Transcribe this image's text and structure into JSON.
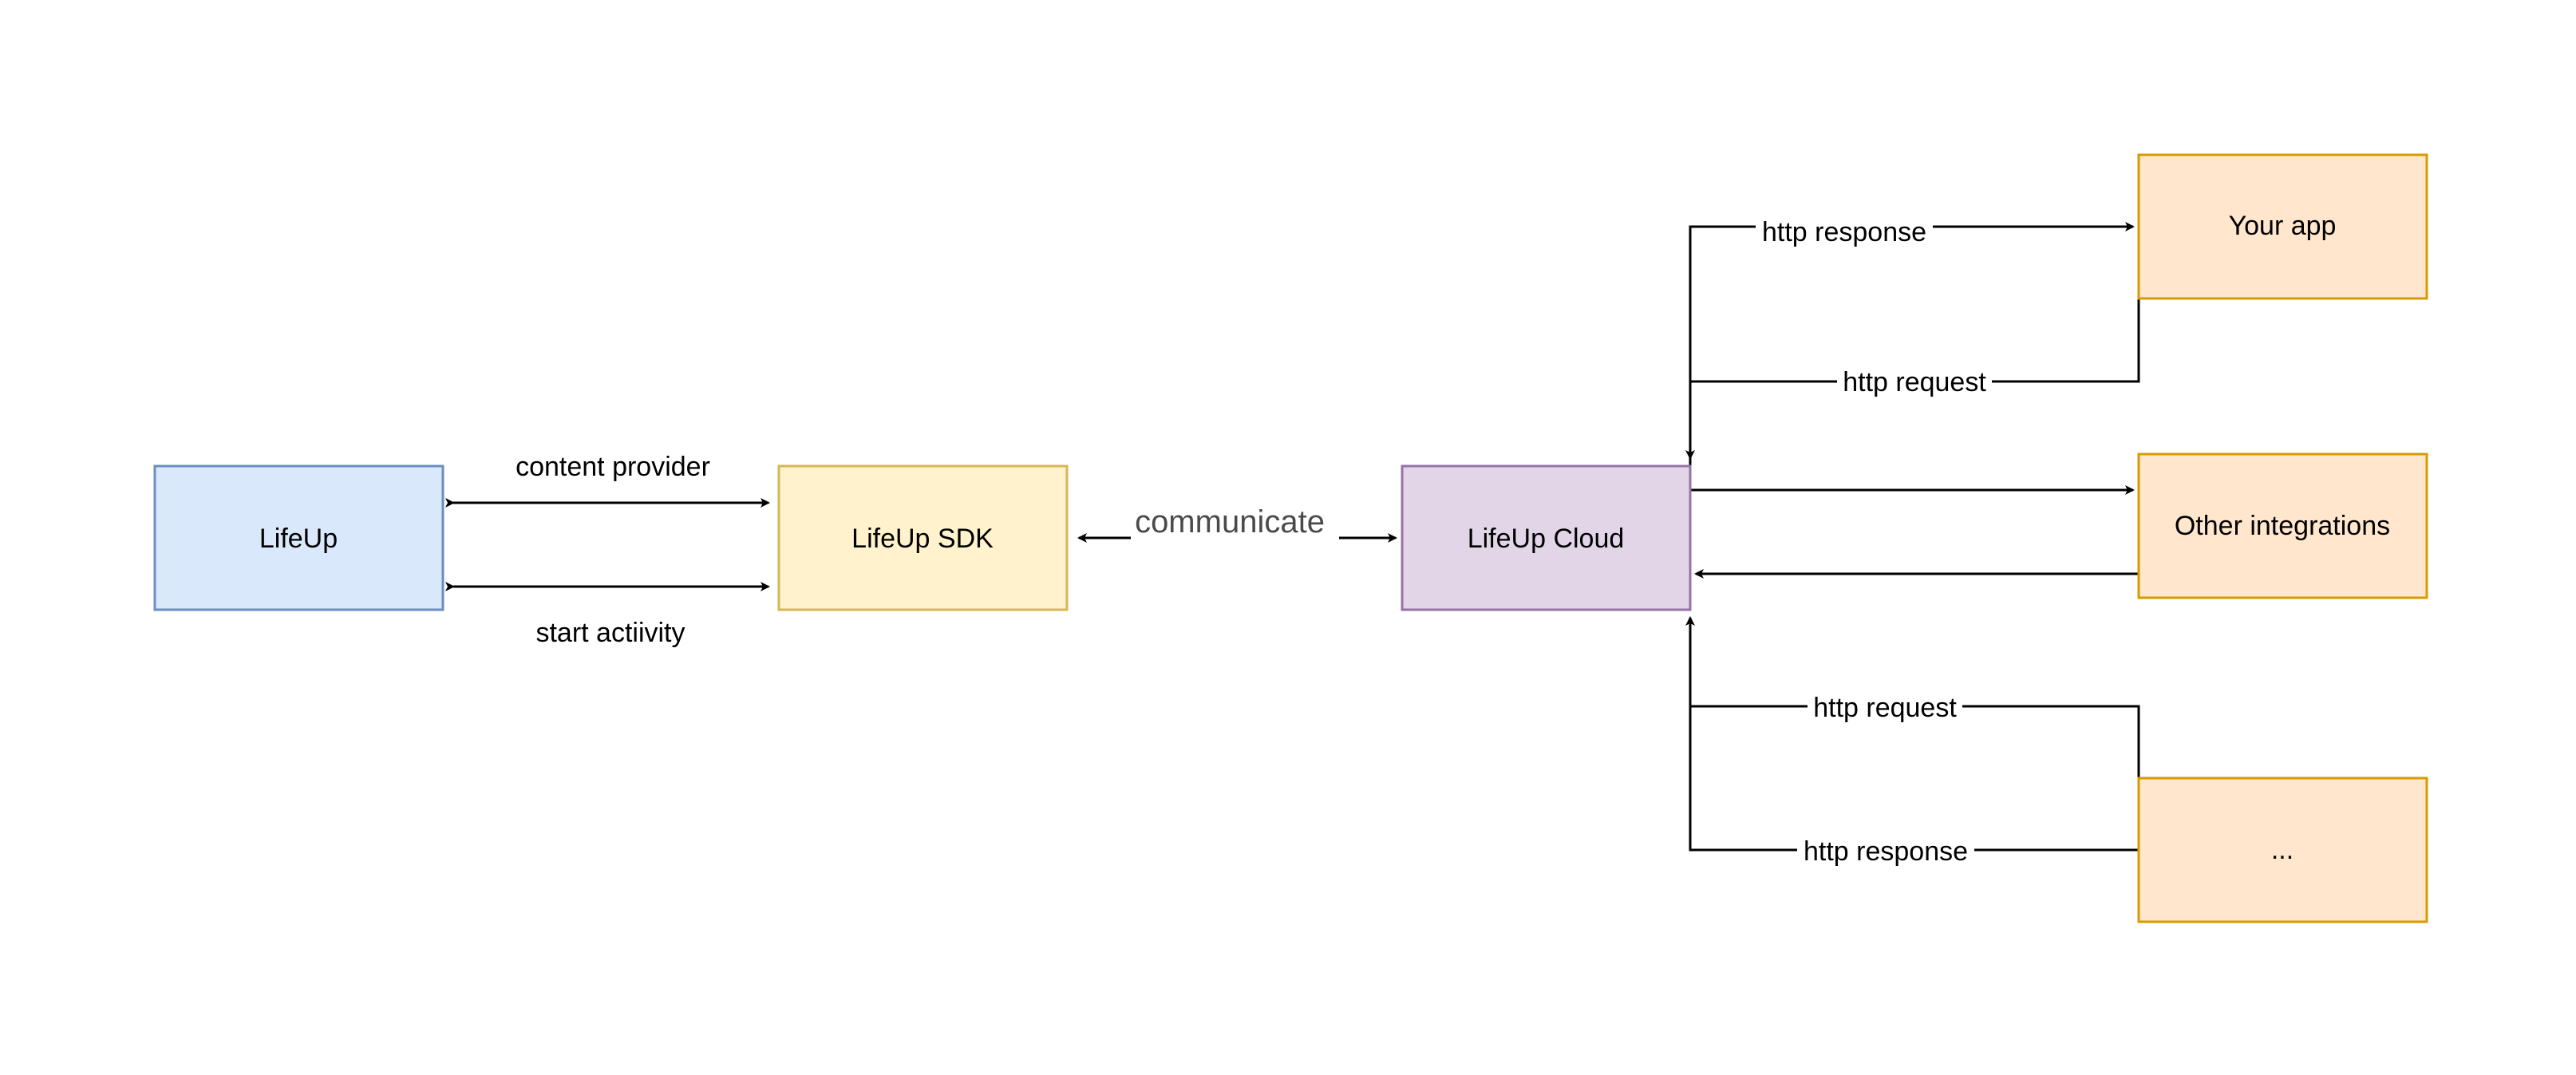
{
  "nodes": {
    "lifeup": "LifeUp",
    "sdk": "LifeUp SDK",
    "cloud": "LifeUp Cloud",
    "your_app": "Your app",
    "other": "Other integrations",
    "more": "..."
  },
  "edges": {
    "content_provider": "content provider",
    "start_activity": "start actiivity",
    "communicate": "communicate",
    "your_app_response": "http response",
    "your_app_request": "http request",
    "more_request": "http request",
    "more_response": "http response"
  },
  "colors": {
    "lifeup_fill": "#dae8fc",
    "lifeup_stroke": "#6c8ebf",
    "sdk_fill": "#fff2cc",
    "sdk_stroke": "#d6b656",
    "cloud_fill": "#e1d5e7",
    "cloud_stroke": "#9673a6",
    "integration_fill": "#ffe6cc",
    "integration_stroke": "#d79b00"
  }
}
